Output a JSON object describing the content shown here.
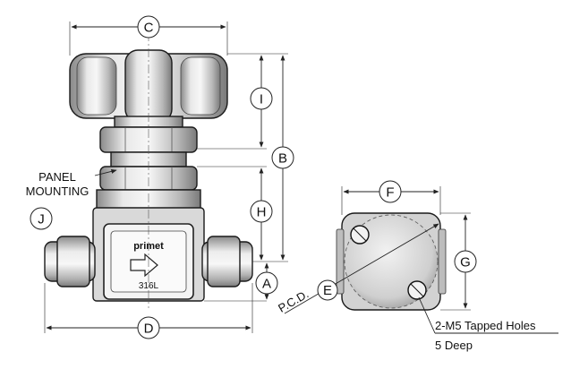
{
  "drawing": {
    "dimension_labels": {
      "C": "C",
      "I": "I",
      "B": "B",
      "H": "H",
      "A": "A",
      "D": "D",
      "F": "F",
      "G": "G",
      "E": "E",
      "J": "J"
    },
    "panel_mounting_line1": "PANEL",
    "panel_mounting_line2": "MOUNTING",
    "brand": "primet",
    "material": "316L",
    "pcd_label": "P.C.D.",
    "tapped_holes_line1": "2-M5 Tapped Holes",
    "tapped_holes_line2": "5 Deep"
  },
  "colors": {
    "metal_light": "#ececec",
    "metal_mid": "#bdbdbd",
    "metal_dark": "#7a7a7a",
    "outline": "#1a1a1a"
  }
}
